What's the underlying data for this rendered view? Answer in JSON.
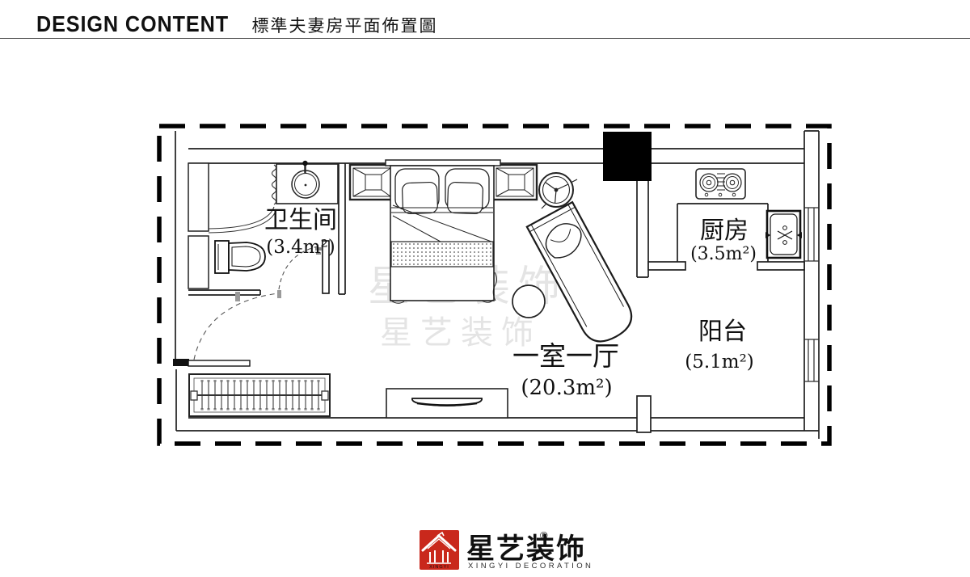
{
  "header": {
    "title": "DESIGN CONTENT",
    "subtitle": "標準夫妻房平面佈置圖"
  },
  "floor_plan": {
    "rooms": [
      {
        "name": "卫生间",
        "area": "(3.4m²)"
      },
      {
        "name": "厨房",
        "area": "(3.5m²)"
      },
      {
        "name": "一室一厅",
        "area": "(20.3m²)"
      },
      {
        "name": "阳台",
        "area": "(5.1m²)"
      }
    ],
    "watermark": "星艺装饰"
  },
  "footer": {
    "brand": "星艺装饰",
    "registered_mark": "®",
    "brand_en": "XINGYI DECORATION",
    "logo_text": "XINGYI",
    "brand_color": "#c9281c"
  }
}
